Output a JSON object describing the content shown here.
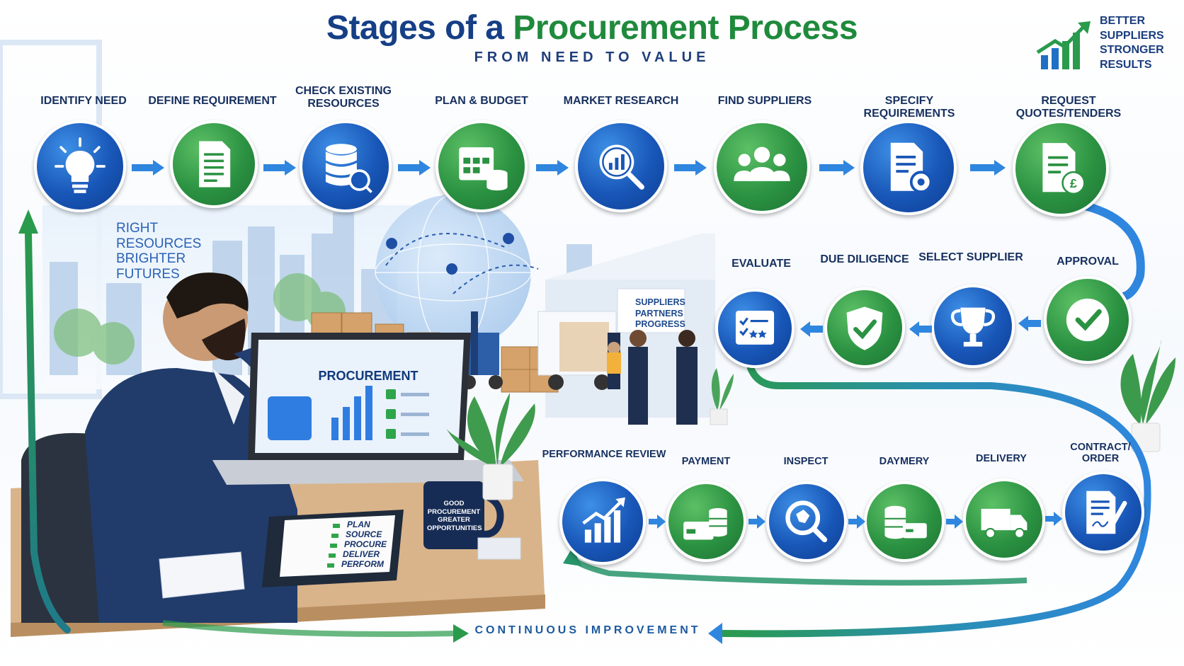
{
  "header": {
    "title_part1": "Stages of a",
    "title_part2": "Procurement Process",
    "subtitle": "FROM NEED TO VALUE"
  },
  "corner_badge": {
    "lines": [
      "BETTER",
      "SUPPLIERS",
      "STRONGER",
      "RESULTS"
    ],
    "icon": "growth-chart-icon"
  },
  "side_slogan": {
    "lines": [
      "RIGHT",
      "RESOURCES",
      "BRIGHTER",
      "FUTURES"
    ]
  },
  "stages_row1": [
    {
      "label": "IDENTIFY NEED",
      "icon": "lightbulb-icon",
      "color": "blue"
    },
    {
      "label": "DEFINE REQUIREMENT",
      "icon": "document-icon",
      "color": "green"
    },
    {
      "label": "CHECK EXISTING RESOURCES",
      "icon": "database-icon",
      "color": "blue"
    },
    {
      "label": "PLAN & BUDGET",
      "icon": "calendar-coins-icon",
      "color": "green"
    },
    {
      "label": "MARKET RESEARCH",
      "icon": "magnifier-chart-icon",
      "color": "blue"
    },
    {
      "label": "FIND SUPPLIERS",
      "icon": "people-icon",
      "color": "green"
    },
    {
      "label": "SPECIFY REQUIREMENTS",
      "icon": "document-gear-icon",
      "color": "blue"
    },
    {
      "label": "REQUEST QUOTES/TENDERS",
      "icon": "document-pound-icon",
      "color": "green"
    }
  ],
  "stages_row2": [
    {
      "label": "EVALUATE",
      "icon": "rating-form-icon",
      "color": "blue"
    },
    {
      "label": "DUE DILIGENCE",
      "icon": "shield-check-icon",
      "color": "green"
    },
    {
      "label": "SELECT SUPPLIER",
      "icon": "trophy-icon",
      "color": "blue"
    },
    {
      "label": "APPROVAL",
      "icon": "check-icon",
      "color": "green"
    }
  ],
  "stages_row3": [
    {
      "label": "PERFORMANCE REVIEW",
      "icon": "bar-chart-up-icon",
      "color": "blue"
    },
    {
      "label": "PAYMENT",
      "icon": "card-coins-icon",
      "color": "green"
    },
    {
      "label": "INSPECT",
      "icon": "inspect-magnifier-icon",
      "color": "blue"
    },
    {
      "label": "DAYMERY",
      "icon": "coins-card-icon",
      "color": "green"
    },
    {
      "label": "DELIVERY",
      "icon": "truck-icon",
      "color": "green"
    },
    {
      "label": "CONTRACT/ ORDER",
      "icon": "contract-pen-icon",
      "color": "blue"
    }
  ],
  "cycle_label": "CONTINUOUS IMPROVEMENT",
  "scene": {
    "laptop_title": "PROCUREMENT",
    "mug_lines": [
      "GOOD",
      "PROCUREMENT",
      "GREATER",
      "OPPORTUNITIES"
    ],
    "checklist": [
      "PLAN",
      "SOURCE",
      "PROCURE",
      "DELIVER",
      "PERFORM"
    ],
    "warehouse_sign": [
      "SUPPLIERS",
      "PARTNERS",
      "PROGRESS"
    ]
  },
  "colors": {
    "navy": "#163f86",
    "green": "#1f8a3c",
    "blue_circle": "#1856b7",
    "green_circle": "#2b9242",
    "arrow_blue": "#2f86de"
  }
}
